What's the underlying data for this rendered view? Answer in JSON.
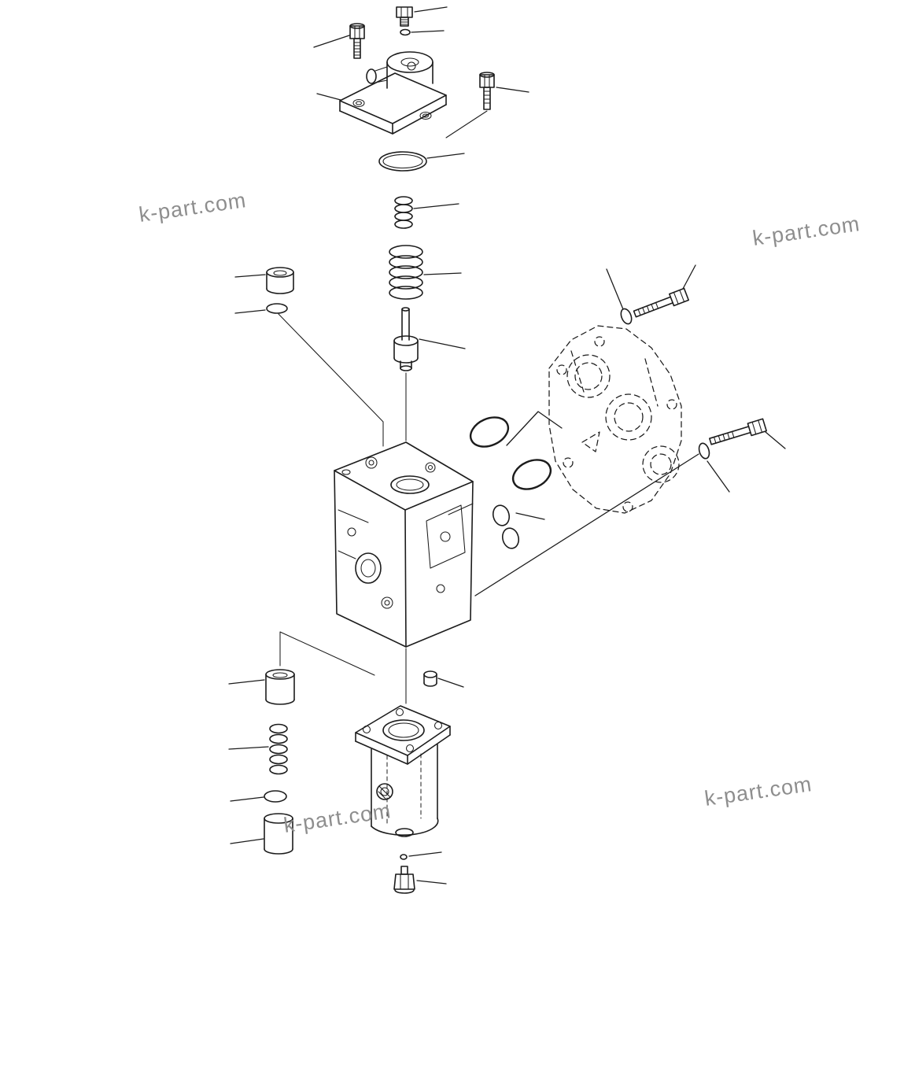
{
  "page": {
    "background": "#ffffff"
  },
  "watermark": {
    "text": "k-part.com",
    "color": "#8e8e8e"
  },
  "diagram": {
    "kind": "exploded-parts-diagram",
    "line_color": "#1c1c1c",
    "parts": [
      "hex-bolt-top",
      "washer-top",
      "hex-bolt-upper-left",
      "solenoid-cover-assembly",
      "hex-bolt-upper-right",
      "o-ring-large",
      "spring-small",
      "spring-large",
      "valve-poppet",
      "plug-upper-left",
      "o-ring-upper-left",
      "main-valve-body",
      "o-ring-pair-center",
      "seal-pair-center",
      "rear-housing-outline",
      "flange-bolt-upper-right",
      "washer-upper-right",
      "flange-bolt-right",
      "washer-right",
      "plug-bottom-center",
      "servo-case-assembly",
      "ball-bottom",
      "hex-bolt-bottom",
      "plug-lower-left",
      "spring-lower-left",
      "o-ring-lower-left",
      "piston-lower-left"
    ]
  }
}
